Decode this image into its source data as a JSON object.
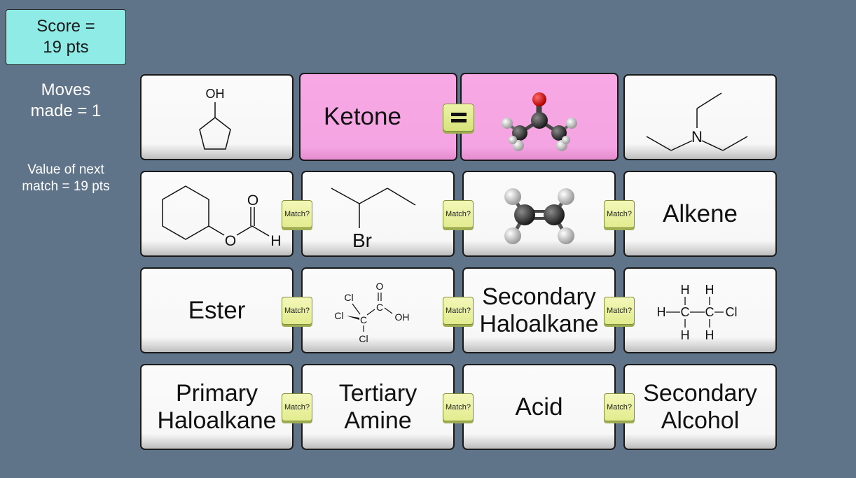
{
  "status": {
    "score_line1": "Score =",
    "score_line2": "19 pts",
    "moves_line1": "Moves",
    "moves_line2": "made = 1",
    "value_line1": "Value of next",
    "value_line2": "match = 19 pts"
  },
  "match_label": "Match?",
  "cards": {
    "r1c2": {
      "line1": "Ketone"
    },
    "r2c4": {
      "line1": "Alkene"
    },
    "r3c1": {
      "line1": "Ester"
    },
    "r3c3": {
      "line1": "Secondary",
      "line2": "Haloalkane"
    },
    "r4c1": {
      "line1": "Primary",
      "line2": "Haloalkane"
    },
    "r4c2": {
      "line1": "Tertiary",
      "line2": "Amine"
    },
    "r4c3": {
      "line1": "Acid"
    },
    "r4c4": {
      "line1": "Secondary",
      "line2": "Alcohol"
    }
  },
  "structures": {
    "cyclopentanol": {
      "oh": "OH"
    },
    "triethylamine": {
      "n": "N"
    },
    "cyclohexyl_formate": {
      "o1": "O",
      "o2": "O",
      "h": "H"
    },
    "bromobutane": {
      "br": "Br"
    },
    "trichloroacetic": {
      "cl1": "Cl",
      "cl2": "Cl",
      "cl3": "Cl",
      "c": "C",
      "c2": "C",
      "o": "O",
      "oh": "OH"
    },
    "chloroethane": {
      "h": "H",
      "c": "C",
      "cl": "Cl"
    }
  },
  "colors": {
    "background": "#5f7389",
    "score_box": "#8eebe6",
    "selected_card": "#f4a4e2",
    "match_button": "#e2ec8e"
  }
}
